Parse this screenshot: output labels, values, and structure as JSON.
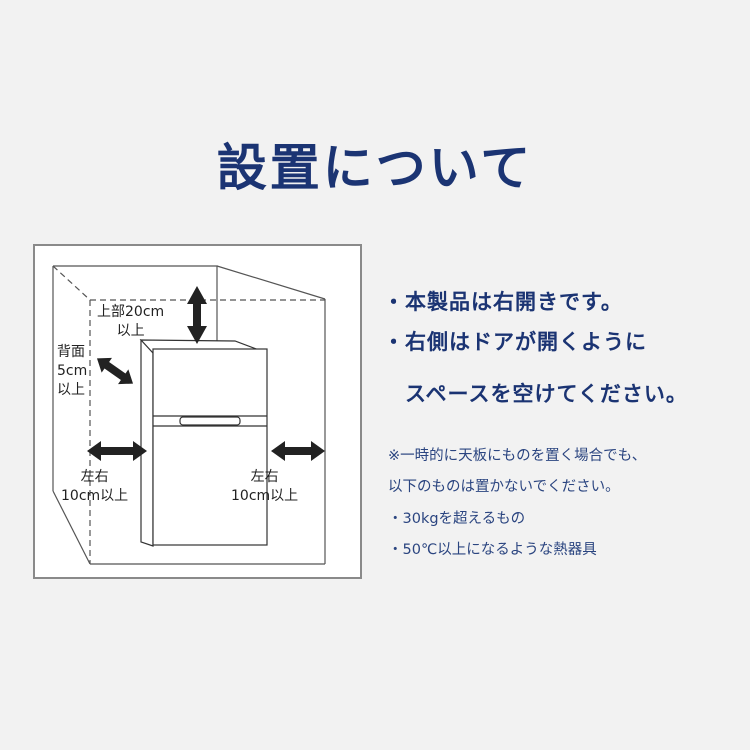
{
  "title": "設置について",
  "diagram": {
    "top_label": "上部20cm\n以上",
    "back_label": "背面\n5cm\n以上",
    "left_label": "左右\n10cm以上",
    "right_label": "左右\n10cm以上"
  },
  "bullets": [
    "・本製品は右開きです。",
    "・右側はドアが開くように",
    "　スペースを空けてください。"
  ],
  "notes": [
    "※一時的に天板にものを置く場合でも、",
    "以下のものは置かないでください。",
    "・30kgを超えるもの",
    "・50℃以上になるような熱器具"
  ],
  "colors": {
    "accent": "#1b3473",
    "background": "#f2f2f2"
  }
}
